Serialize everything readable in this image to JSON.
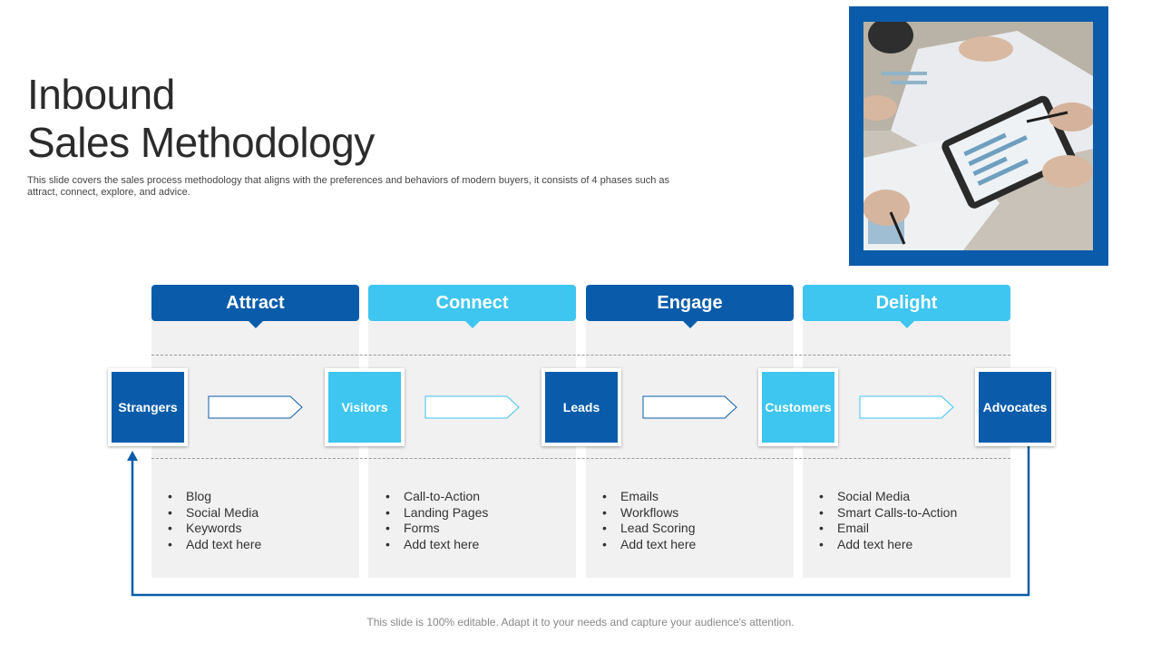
{
  "title": {
    "line1": "Inbound",
    "line2": "Sales Methodology"
  },
  "subtitle": "This slide covers the sales process methodology that aligns with the preferences and behaviors of modern buyers, it consists of 4 phases such as attract, connect, explore, and advice.",
  "colors": {
    "dark_blue": "#0a5cab",
    "light_blue": "#3ec5f0",
    "panel_gray": "#f1f1f1"
  },
  "phases": [
    {
      "label": "Attract",
      "items": [
        "Blog",
        "Social Media",
        "Keywords",
        "Add text here"
      ]
    },
    {
      "label": "Connect",
      "items": [
        "Call-to-Action",
        "Landing Pages",
        "Forms",
        "Add text here"
      ]
    },
    {
      "label": "Engage",
      "items": [
        "Emails",
        "Workflows",
        "Lead Scoring",
        "Add text here"
      ]
    },
    {
      "label": "Delight",
      "items": [
        "Social Media",
        "Smart Calls-to-Action",
        "Email",
        "Add text here"
      ]
    }
  ],
  "stages": [
    "Strangers",
    "Visitors",
    "Leads",
    "Customers",
    "Advocates"
  ],
  "footer": "This slide is 100% editable. Adapt it to your needs and capture your audience's attention."
}
